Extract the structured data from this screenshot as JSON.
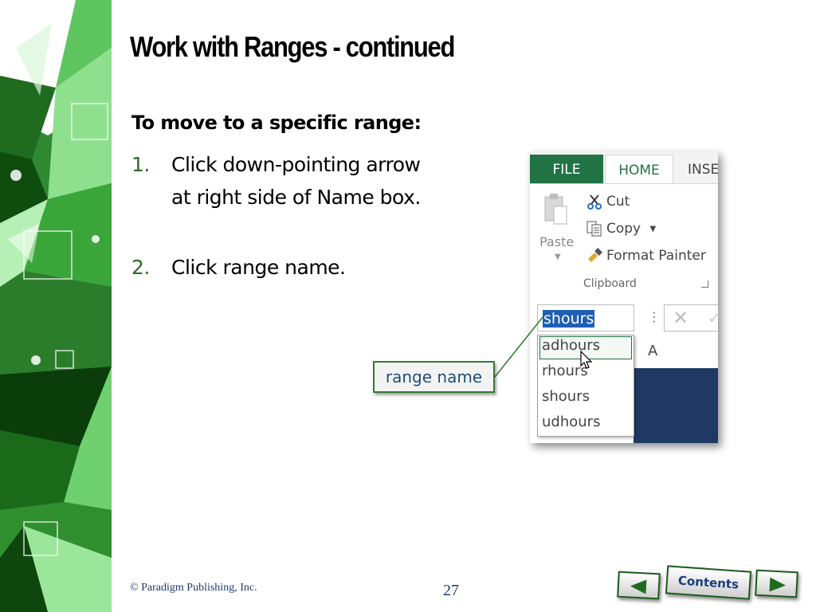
{
  "slide": {
    "title": "Work with Ranges - continued",
    "subheading": "To move to a specific range:",
    "steps": [
      {
        "num": "1.",
        "text": "Click down-pointing arrow at right side of Name box."
      },
      {
        "num": "2.",
        "text": "Click range name."
      }
    ],
    "callout": "range name"
  },
  "excel": {
    "tabs": {
      "file": "FILE",
      "home": "HOME",
      "insert": "INSE"
    },
    "clipboard": {
      "paste": "Paste",
      "cut": "Cut",
      "copy": "Copy",
      "format_painter": "Format Painter",
      "group_label": "Clipboard"
    },
    "name_box_value": "shours",
    "column_header": "A",
    "range_names": [
      "adhours",
      "rhours",
      "shours",
      "udhours"
    ],
    "highlighted_range": "adhours"
  },
  "footer": {
    "copyright": "© Paradigm Publishing, Inc.",
    "page_number": "27",
    "contents_label": "Contents"
  },
  "colors": {
    "excel_green": "#217346",
    "selection_blue": "#1e5fb4",
    "step_number_green": "#2a6b2a",
    "callout_border": "#2e7d32",
    "footer_text": "#1f3a70"
  }
}
